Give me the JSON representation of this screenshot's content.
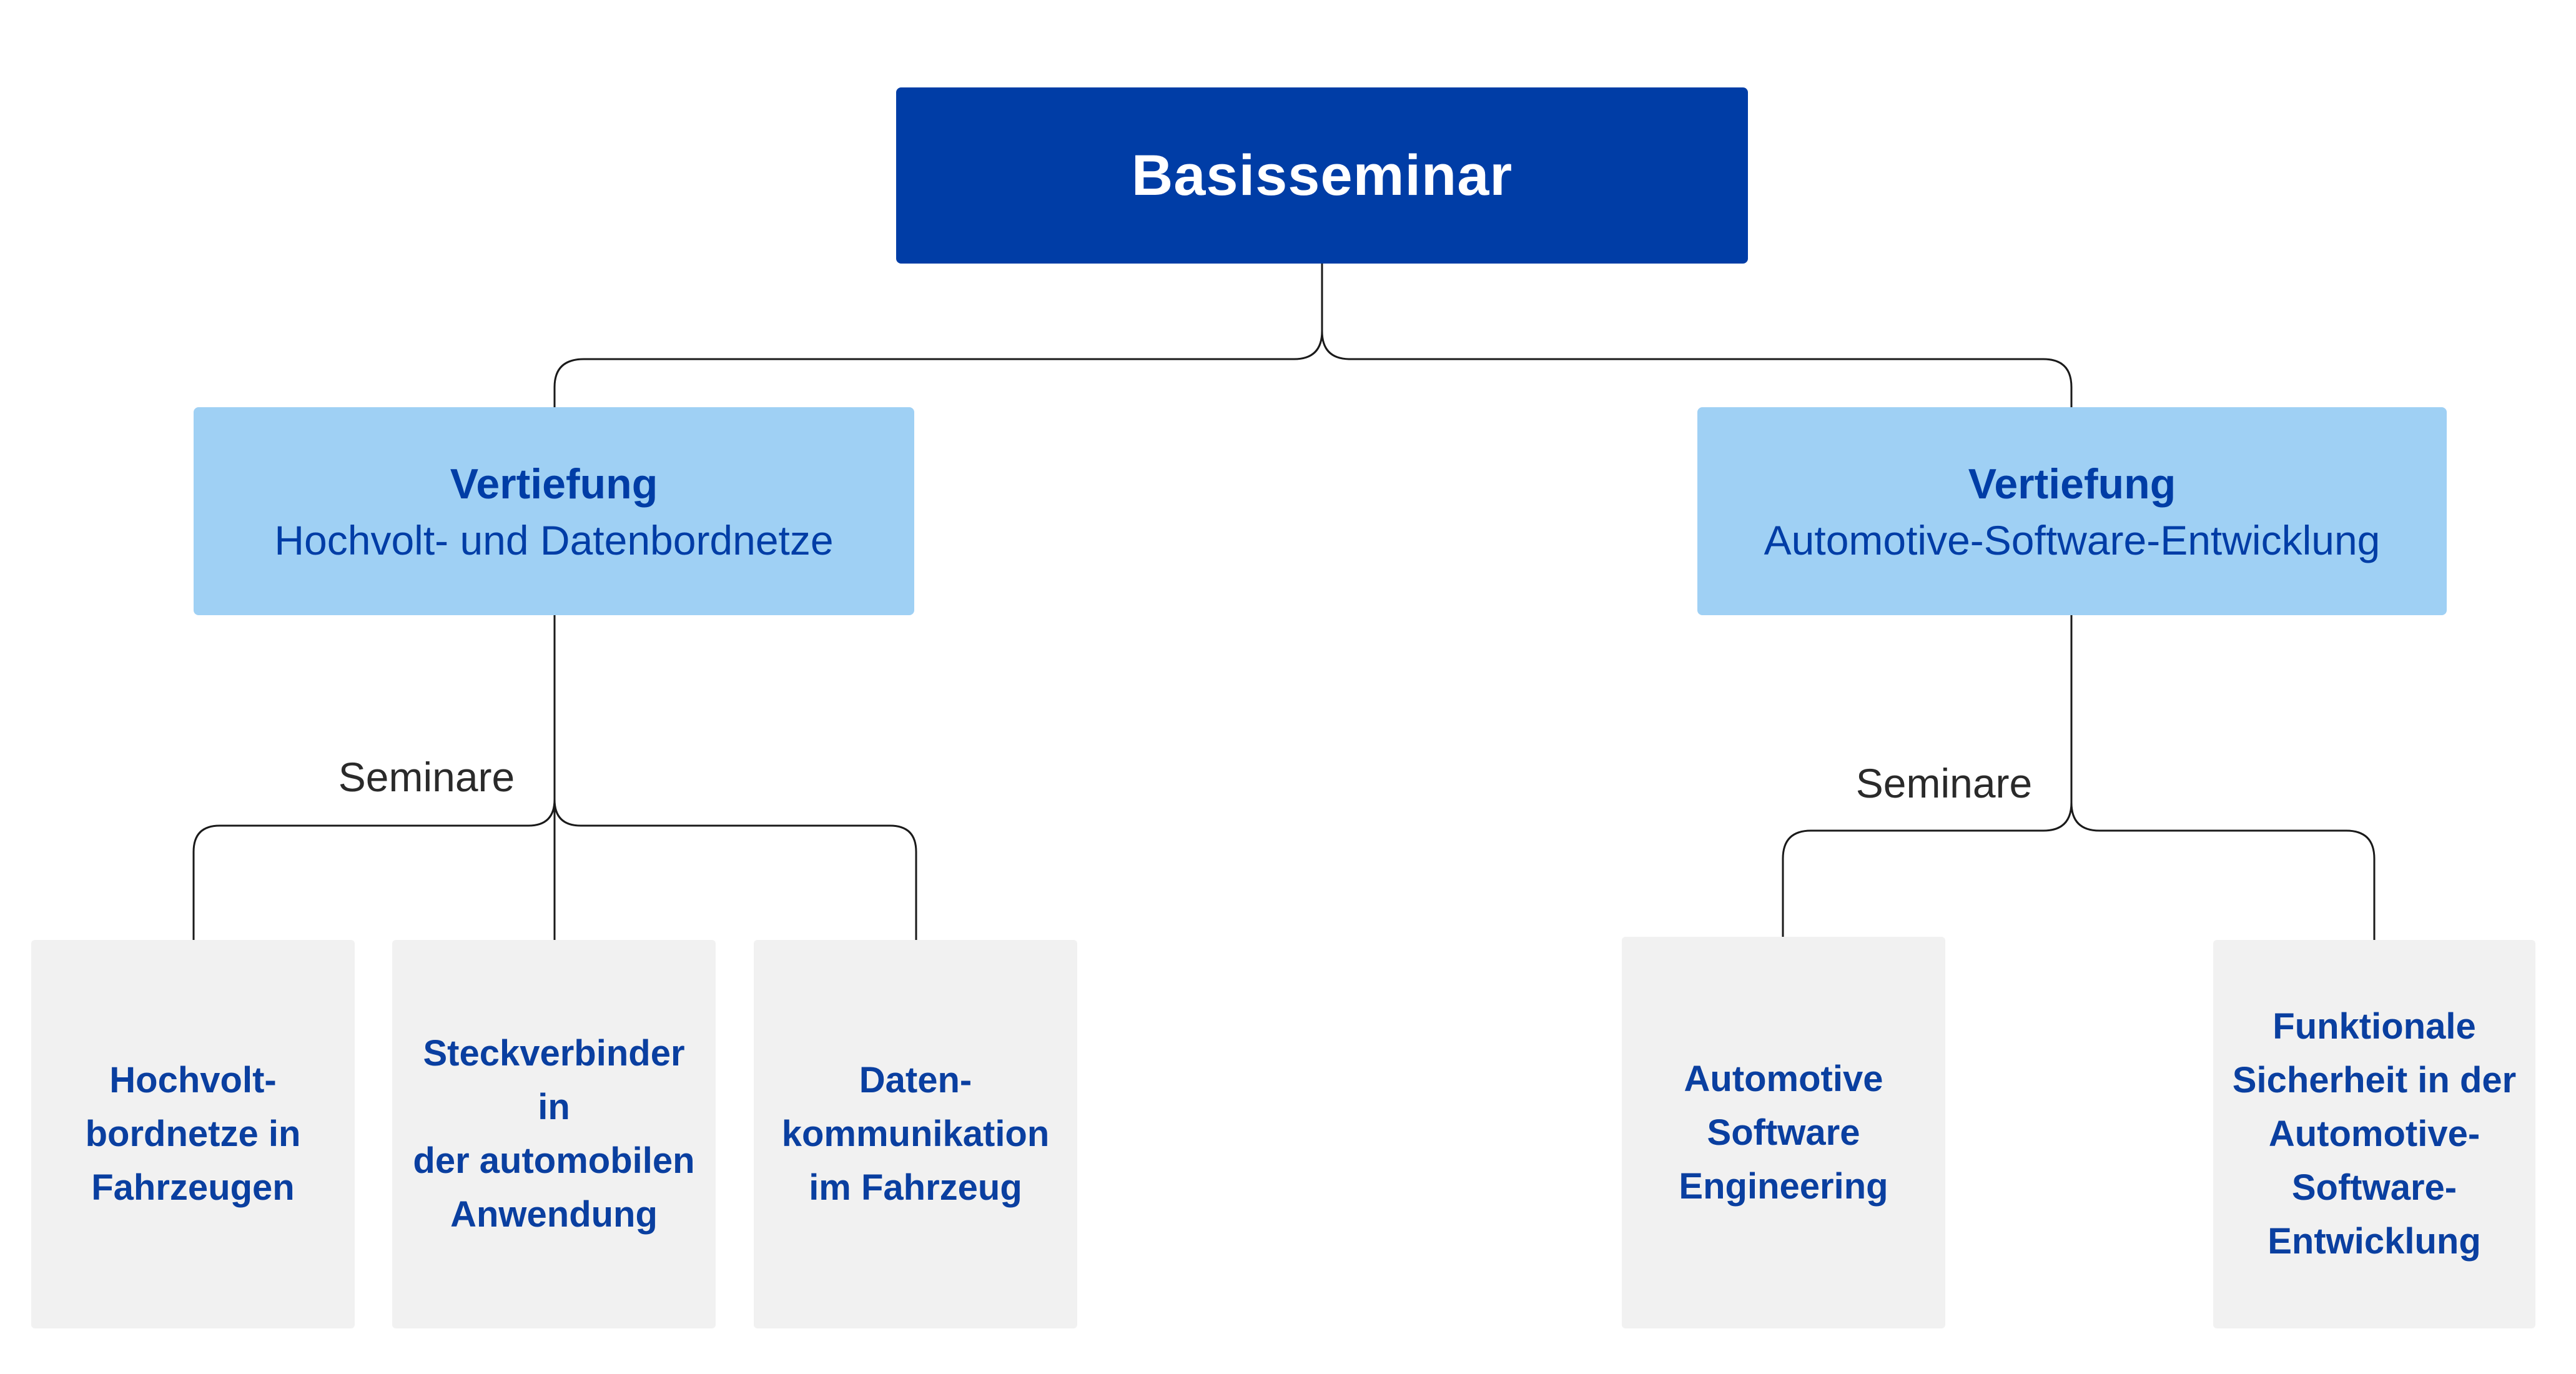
{
  "root": {
    "title": "Basisseminar"
  },
  "specializations": [
    {
      "title": "Vertiefung",
      "subtitle": "Hochvolt- und Datenbordnetze",
      "seminars_label": "Seminare",
      "seminars": [
        {
          "lines": [
            "Hochvolt-",
            "bordnetze in",
            "Fahrzeugen"
          ]
        },
        {
          "lines": [
            "Steckverbinder in",
            "der automobilen",
            "Anwendung"
          ]
        },
        {
          "lines": [
            "Daten-",
            "kommunikation",
            "im Fahrzeug"
          ]
        }
      ]
    },
    {
      "title": "Vertiefung",
      "subtitle": "Automotive-Software-Entwicklung",
      "seminars_label": "Seminare",
      "seminars": [
        {
          "lines": [
            "Automotive",
            "Software",
            "Engineering"
          ]
        },
        {
          "lines": [
            "Funktionale",
            "Sicherheit in der",
            "Automotive-",
            "Software-",
            "Entwicklung"
          ]
        }
      ]
    }
  ],
  "colors": {
    "root_fill": "#003da6",
    "specialization_fill": "#9fd0f4",
    "seminar_fill": "#f1f1f1",
    "text_blue": "#003da6",
    "connector": "#1a1a1a"
  }
}
